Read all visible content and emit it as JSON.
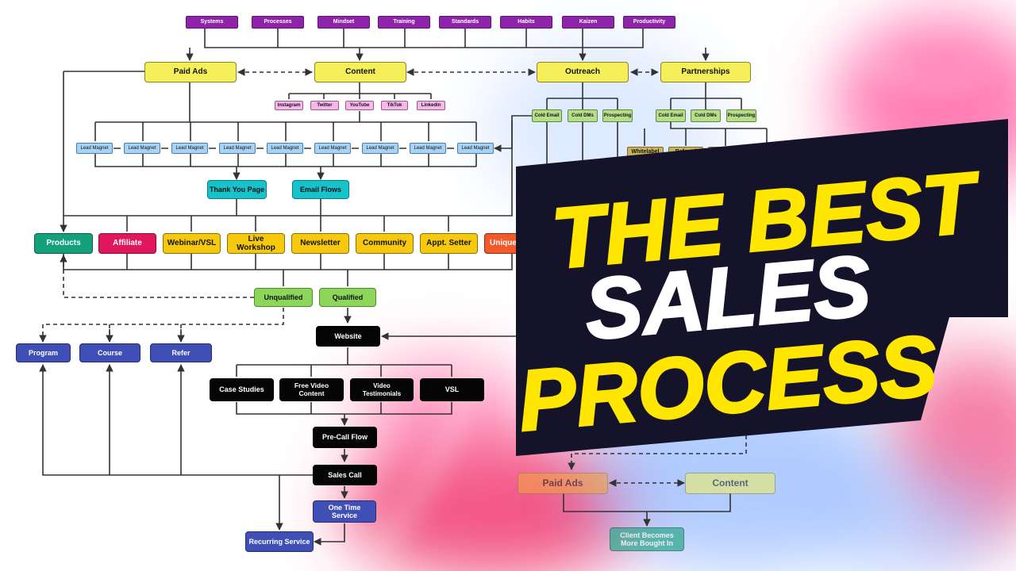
{
  "top_tags": [
    "Systems",
    "Processes",
    "Mindset",
    "Training",
    "Standards",
    "Habits",
    "Kaizen",
    "Productivity"
  ],
  "channels": {
    "paid_ads": "Paid Ads",
    "content": "Content",
    "outreach": "Outreach",
    "partnerships": "Partnerships"
  },
  "social": [
    "Instagram",
    "Twitter",
    "YouTube",
    "TikTok",
    "Linkedin"
  ],
  "lead_magnet": "Lead Magnet",
  "capture": {
    "thank_you": "Thank You Page",
    "email_flows": "Email Flows"
  },
  "outreach_sub": [
    "Cold Email",
    "Cold DMs",
    "Prospecting"
  ],
  "partnership_sub": [
    "Cold Email",
    "Cold DMs",
    "Prospecting"
  ],
  "partner_types": [
    "Whitelabel",
    "Referral"
  ],
  "offers": [
    "Products",
    "Affiliate",
    "Webinar/VSL",
    "Live Workshop",
    "Newsletter",
    "Community",
    "Appt. Setter",
    "Unique M"
  ],
  "qualification": {
    "unqualified": "Unqualified",
    "qualified": "Qualified"
  },
  "downsell": [
    "Program",
    "Course",
    "Refer"
  ],
  "website": "Website",
  "proof": [
    "Case Studies",
    "Free Video\nContent",
    "Video\nTestimonials",
    "VSL"
  ],
  "precall": "Pre-Call Flow",
  "sales_call": "Sales Call",
  "one_time": "One Time\nService",
  "recurring": "Recurring Service",
  "retention": {
    "paid_ads": "Paid Ads",
    "content": "Content",
    "client": "Client Becomes\nMore Bought In"
  },
  "headline": {
    "line1": "THE BEST",
    "line2": "SALES",
    "line3": "PROCESS"
  },
  "colors": {
    "tag": "#8e24aa",
    "channel": "#f5ef5a",
    "social": "#f7b7ea",
    "lead_magnet": "#a9d3f5",
    "capture": "#17c3cb",
    "qualified": "#8cd65a",
    "downsell": "#3f4fb5",
    "dark": "#050505",
    "banner": "#14132a",
    "headline_yellow": "#ffe600",
    "headline_white": "#ffffff"
  }
}
